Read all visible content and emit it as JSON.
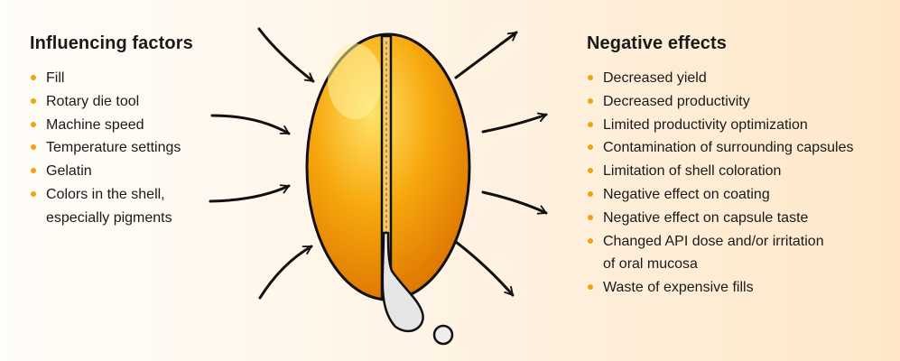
{
  "left": {
    "title": "Influencing factors",
    "items": [
      {
        "lines": [
          "Fill"
        ]
      },
      {
        "lines": [
          "Rotary die tool"
        ]
      },
      {
        "lines": [
          "Machine speed"
        ]
      },
      {
        "lines": [
          "Temperature settings"
        ]
      },
      {
        "lines": [
          "Gelatin"
        ]
      },
      {
        "lines": [
          "Colors in the shell,",
          "especially pigments"
        ]
      }
    ]
  },
  "right": {
    "title": "Negative effects",
    "items": [
      {
        "lines": [
          "Decreased yield"
        ]
      },
      {
        "lines": [
          "Decreased productivity"
        ]
      },
      {
        "lines": [
          "Limited productivity optimization"
        ]
      },
      {
        "lines": [
          "Contamination of surrounding capsules"
        ]
      },
      {
        "lines": [
          "Limitation of shell coloration"
        ]
      },
      {
        "lines": [
          "Negative effect on coating"
        ]
      },
      {
        "lines": [
          "Negative effect on capsule taste"
        ]
      },
      {
        "lines": [
          "Changed API dose and/or irritation",
          "of oral mucosa"
        ]
      },
      {
        "lines": [
          "Waste of expensive fills"
        ]
      }
    ]
  },
  "colors": {
    "bullet": "#f2a20c",
    "capsule_light": "#ffe36a",
    "capsule_mid": "#f7a80d",
    "capsule_dark": "#d96c00",
    "leak": "#e6e6e6",
    "outline": "#111111"
  }
}
